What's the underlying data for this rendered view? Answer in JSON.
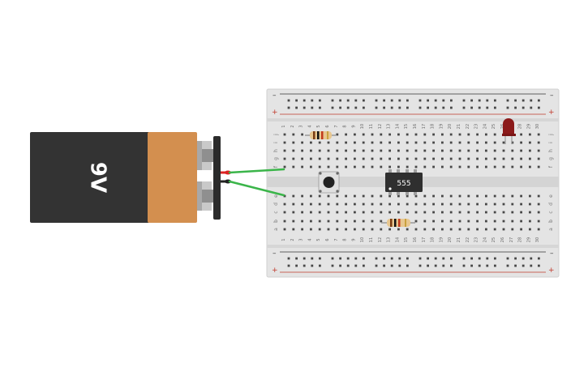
{
  "battery": {
    "label": "9V",
    "colors": {
      "body": "#333333",
      "cap": "#d38f4f",
      "terminal": "#b8b8b8"
    }
  },
  "chip": {
    "label": "555"
  },
  "breadboard": {
    "columns": 30,
    "row_labels_top": [
      "j",
      "i",
      "h",
      "g",
      "f"
    ],
    "row_labels_bottom": [
      "e",
      "d",
      "c",
      "b",
      "a"
    ],
    "rail_plus": "+",
    "rail_minus": "–",
    "colors": {
      "board": "#e2e2e2",
      "hole": "#474747",
      "plus_line": "#c0392b",
      "minus_line": "#333333"
    }
  },
  "wires": {
    "colors": {
      "positive": "#d22",
      "negative": "#222",
      "jumper": "#3bb54a"
    }
  },
  "led": {
    "color": "#8b1a1a"
  }
}
